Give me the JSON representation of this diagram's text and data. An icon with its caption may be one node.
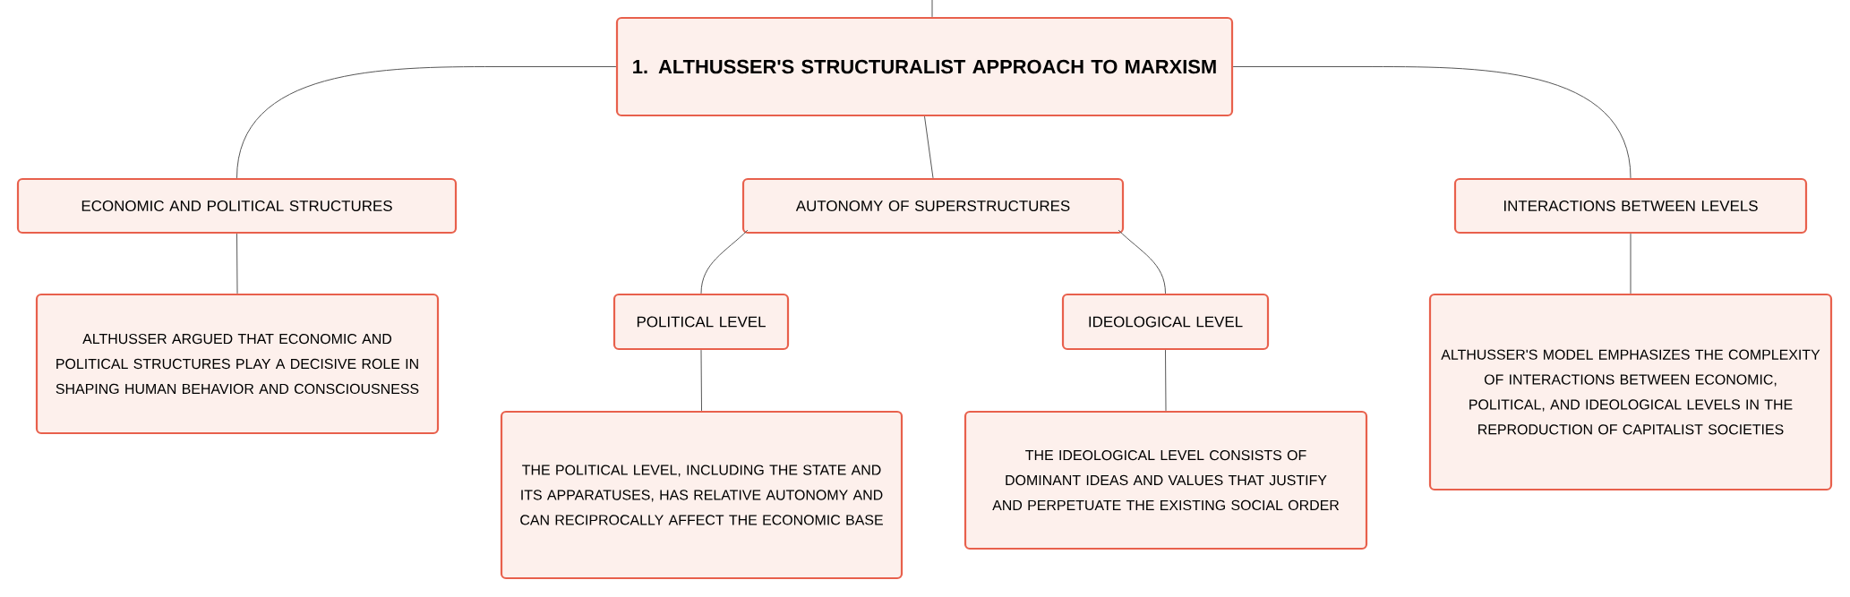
{
  "diagram": {
    "nodes": [
      {
        "text": [
          "1. ALTHUSSER'S STRUCTURALIST APPROACH TO MARXISM"
        ]
      },
      {
        "text": [
          "ECONOMIC AND POLITICAL STRUCTURES"
        ]
      },
      {
        "text": [
          "AUTONOMY OF SUPERSTRUCTURES"
        ]
      },
      {
        "text": [
          "INTERACTIONS BETWEEN LEVELS"
        ]
      },
      {
        "text": [
          "ALTHUSSER ARGUED THAT ECONOMIC AND POLITICAL STRUCTURES PLAY A DECISIVE ROLE IN SHAPING HUMAN BEHAVIOR AND CONSCIOUSNESS"
        ]
      },
      {
        "text": [
          "POLITICAL LEVEL"
        ]
      },
      {
        "text": [
          "IDEOLOGICAL LEVEL"
        ]
      },
      {
        "text": [
          "THE POLITICAL LEVEL, INCLUDING THE STATE AND ITS APPARATUSES, HAS RELATIVE AUTONOMY AND CAN RECIPROCALLY AFFECT THE ECONOMIC BASE"
        ]
      },
      {
        "text": [
          "THE IDEOLOGICAL LEVEL CONSISTS OF DOMINANT IDEAS AND VALUES THAT JUSTIFY AND PERPETUATE THE EXISTING SOCIAL ORDER"
        ]
      },
      {
        "text": [
          "ALTHUSSER'S MODEL EMPHASIZES THE COMPLEXITY OF INTERACTIONS BETWEEN ECONOMIC, POLITICAL, AND IDEOLOGICAL LEVELS IN THE REPRODUCTION OF CAPITALIST SOCIETIES"
        ]
      }
    ],
    "edges": [
      {
        "from": null,
        "to": 0,
        "arrow": "none"
      },
      {
        "from": 0,
        "to": 1,
        "arrow": "none"
      },
      {
        "from": 0,
        "to": 2,
        "arrow": "none"
      },
      {
        "from": 0,
        "to": 3,
        "arrow": "none"
      },
      {
        "from": 1,
        "to": 4,
        "arrow": "none"
      },
      {
        "from": 2,
        "to": 5,
        "arrow": "none"
      },
      {
        "from": 2,
        "to": 6,
        "arrow": "none"
      },
      {
        "from": 3,
        "to": 9,
        "arrow": "none"
      },
      {
        "from": 5,
        "to": 7,
        "arrow": "none"
      },
      {
        "from": 6,
        "to": 8,
        "arrow": "none"
      }
    ]
  }
}
